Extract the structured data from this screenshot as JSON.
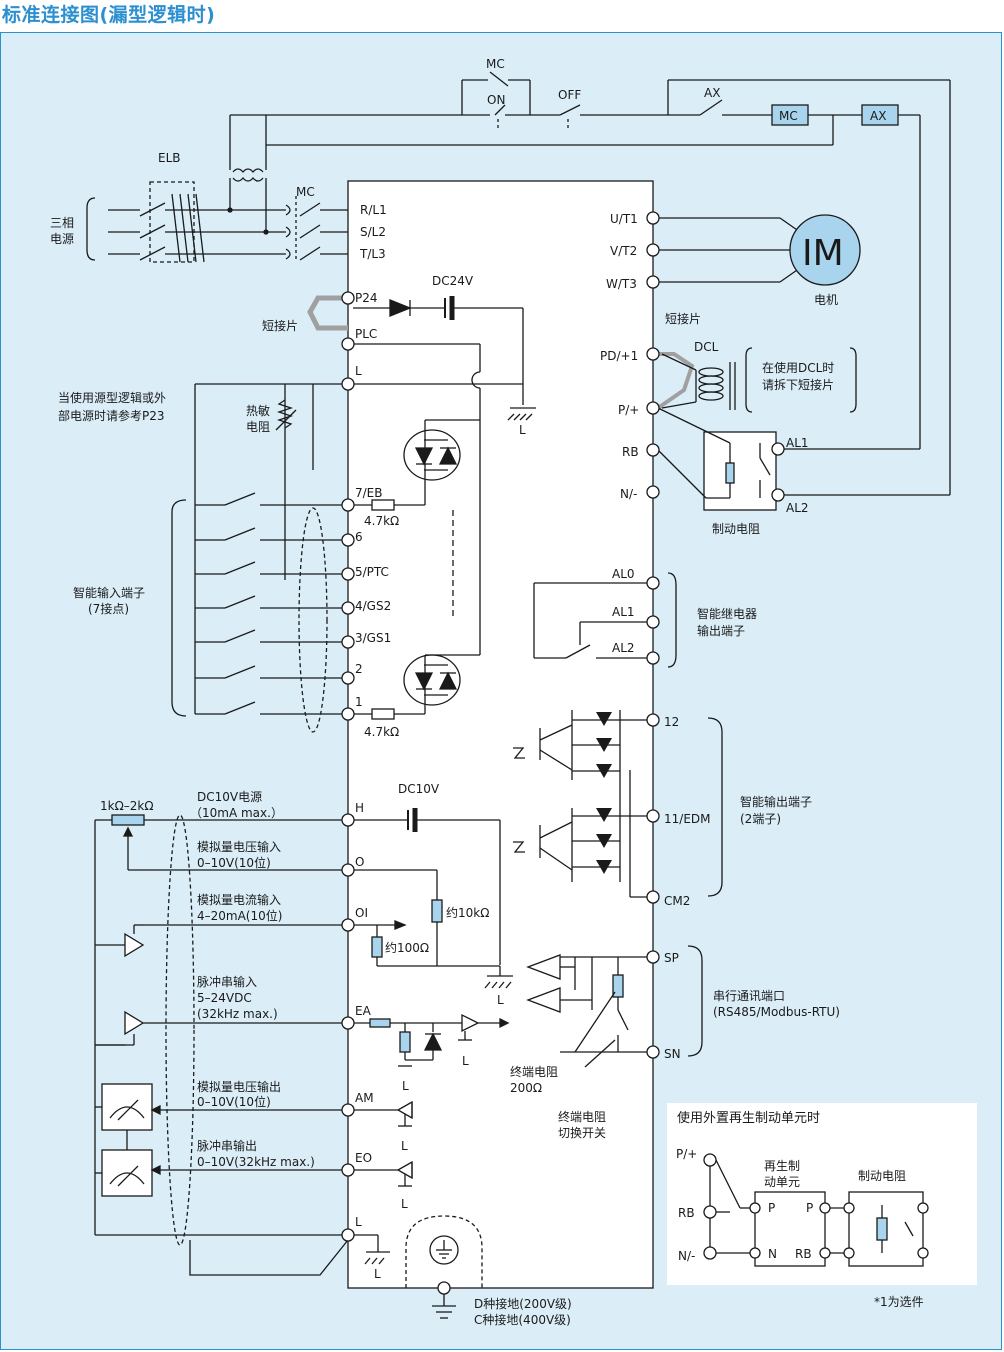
{
  "title": "标准连接图(漏型逻辑时)",
  "colors": {
    "accent": "#2b8fd0",
    "background": "#dbeef8",
    "box": "#a9d4ee",
    "jumper": "#a0a0a0"
  },
  "top": {
    "mc": "MC",
    "on": "ON",
    "off": "OFF",
    "ax": "AX",
    "mc_box": "MC",
    "ax_box": "AX",
    "elb": "ELB",
    "mc2": "MC"
  },
  "power": {
    "line1": "三相",
    "line2": "电源"
  },
  "terminals_left": {
    "rl1": "R/L1",
    "sl2": "S/L2",
    "tl3": "T/L3",
    "p24": "P24",
    "plc": "PLC",
    "l_top": "L",
    "t7": "7/EB",
    "t6": "6",
    "t5": "5/PTC",
    "t4": "4/GS2",
    "t3": "3/GS1",
    "t2": "2",
    "t1": "1",
    "h": "H",
    "o": "O",
    "oi": "OI",
    "ea": "EA",
    "am": "AM",
    "eo": "EO",
    "l_bot": "L"
  },
  "terminals_right": {
    "ut1": "U/T1",
    "vt2": "V/T2",
    "wt3": "W/T3",
    "pd": "PD/+1",
    "p": "P/+",
    "rb": "RB",
    "n": "N/-",
    "al1": "AL1",
    "al2": "AL2",
    "al0": "AL0",
    "al1b": "AL1",
    "al2b": "AL2",
    "t12": "12",
    "t11": "11/EDM",
    "cm2": "CM2",
    "sp": "SP",
    "sn": "SN"
  },
  "labels": {
    "dc24": "DC24V",
    "jumper": "短接片",
    "jumper2": "短接片",
    "ground_l": "L",
    "source_note": [
      "当使用源型逻辑或外",
      "部电源时请参考P23"
    ],
    "thermistor": [
      "热敏",
      "电阻"
    ],
    "inputs": [
      "智能输入端子",
      "(7接点)"
    ],
    "r47a": "4.7kΩ",
    "r47b": "4.7kΩ",
    "motor": "IM",
    "motor_label": "电机",
    "dcl": "DCL",
    "dcl_note": [
      "在使用DCL时",
      "请拆下短接片"
    ],
    "brake_res": "制动电阻",
    "relay": [
      "智能继电器",
      "输出端子"
    ],
    "outputs": [
      "智能输出端子",
      "(2端子)"
    ],
    "pot": "1kΩ–2kΩ",
    "dc10_src": [
      "DC10V电源",
      "（10mA max.）"
    ],
    "dc10": "DC10V",
    "volt_in": [
      "模拟量电压输入",
      "0–10V(10位)"
    ],
    "curr_in": [
      "模拟量电流输入",
      "4–20mA(10位)"
    ],
    "r10k": "约10kΩ",
    "r100": "约100Ω",
    "pulse_in": [
      "脉冲串输入",
      "5–24VDC",
      "(32kHz max.)"
    ],
    "volt_out": [
      "模拟量电压输出",
      "0–10V(10位)"
    ],
    "pulse_out": [
      "脉冲串输出",
      "0–10V(32kHz max.)"
    ],
    "serial": [
      "串行通讯端口",
      "(RS485/Modbus-RTU)"
    ],
    "term_res": [
      "终端电阻",
      "200Ω"
    ],
    "term_sw": [
      "终端电阻",
      "切换开关"
    ],
    "ground": [
      "D种接地(200V级)",
      "C种接地(400V级)"
    ],
    "l_a": "L",
    "l_b": "L",
    "l_c": "L",
    "l_d": "L",
    "l_e": "L"
  },
  "regen": {
    "title": "使用外置再生制动单元时",
    "p": "P/+",
    "rb": "RB",
    "n": "N/-",
    "unit": [
      "再生制",
      "动单元"
    ],
    "res": "制动电阻",
    "tp": "P",
    "tn": "N",
    "tp2": "P",
    "trb": "RB"
  },
  "footnote": "*1为选件"
}
